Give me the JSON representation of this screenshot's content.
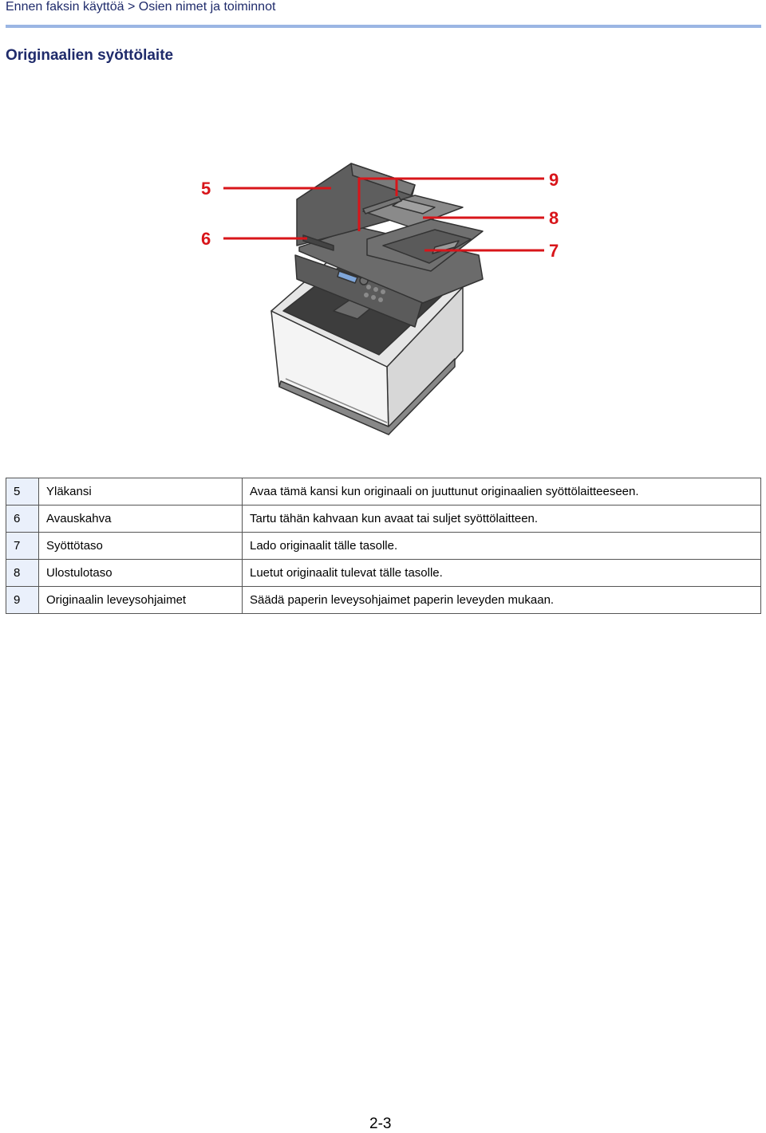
{
  "header": {
    "breadcrumb": "Ennen faksin käyttöä > Osien nimet ja toiminnot",
    "title": "Originaalien syöttölaite"
  },
  "figure": {
    "callouts": [
      "5",
      "6",
      "9",
      "8",
      "7"
    ],
    "accent_color": "#d8151a"
  },
  "parts": [
    {
      "number": "5",
      "name": "Yläkansi",
      "description": "Avaa tämä kansi kun originaali on juuttunut originaalien syöttölaitteeseen."
    },
    {
      "number": "6",
      "name": "Avauskahva",
      "description": "Tartu tähän kahvaan kun avaat tai suljet syöttölaitteen."
    },
    {
      "number": "7",
      "name": "Syöttötaso",
      "description": "Lado originaalit tälle tasolle."
    },
    {
      "number": "8",
      "name": "Ulostulotaso",
      "description": "Luetut originaalit tulevat tälle tasolle."
    },
    {
      "number": "9",
      "name": "Originaalin leveysohjaimet",
      "description": "Säädä paperin leveysohjaimet paperin leveyden mukaan."
    }
  ],
  "footer": {
    "page_number": "2-3"
  }
}
